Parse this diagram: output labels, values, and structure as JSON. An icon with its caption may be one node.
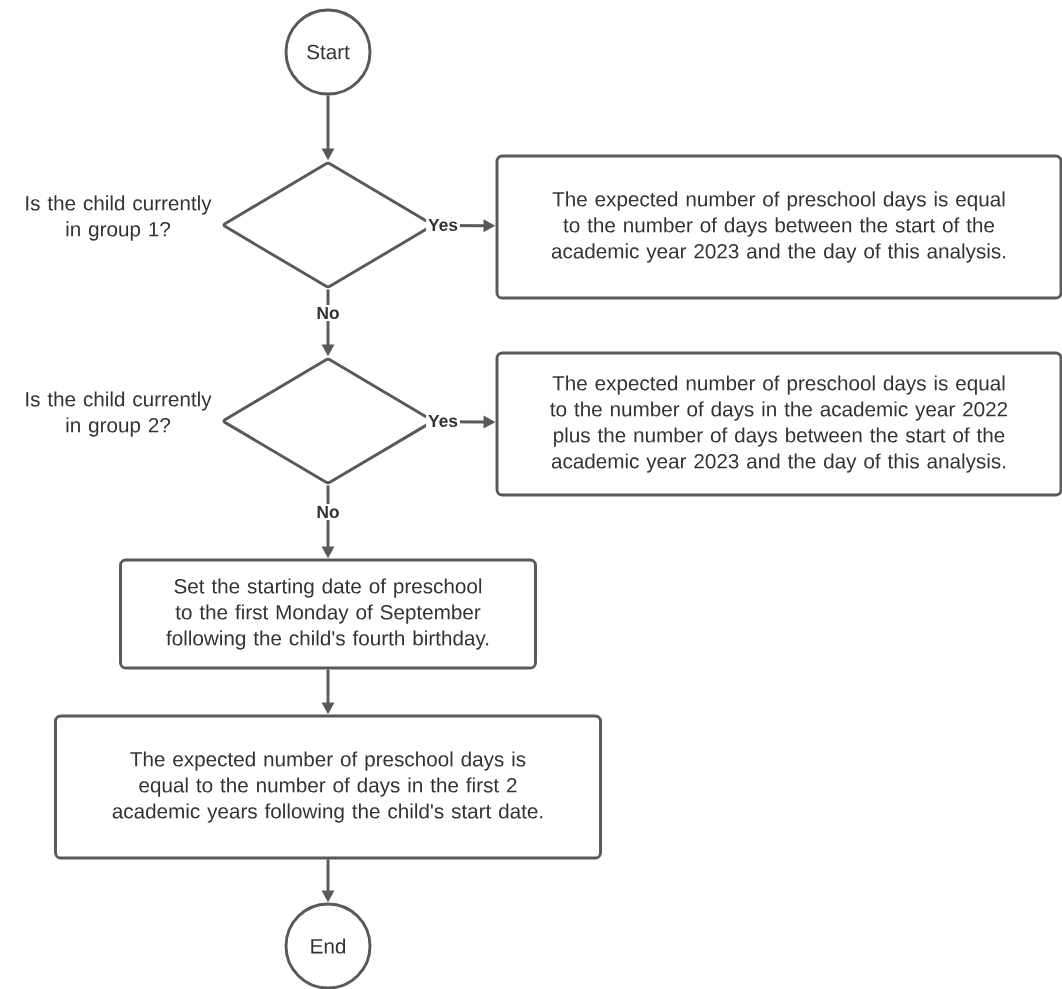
{
  "diagram": {
    "nodes": [
      {
        "text": [
          "Start"
        ]
      },
      {
        "text": [],
        "shape": "diamond",
        "beside": [
          "Is the child currently in group 1?"
        ]
      },
      {
        "text": [
          "The expected number of preschool days is equal to the number of days between the start of the academic year 2023 and the day of this analysis."
        ]
      },
      {
        "text": [],
        "shape": "diamond",
        "beside": [
          "Is the child currently in group 2?"
        ]
      },
      {
        "text": [
          "The expected number of preschool days is equal to the number of days in the academic year 2022 plus the number of days between the start of the academic year 2023 and the day of this analysis."
        ]
      },
      {
        "text": [
          "Set the starting date of preschool to the first Monday of September following the child's fourth birthday."
        ]
      },
      {
        "text": [
          "The expected number of preschool days is equal to the number of days in the first 2 academic years following the child's start date."
        ]
      },
      {
        "text": [
          "End"
        ]
      }
    ],
    "edges": [
      {
        "from": 0,
        "to": 1,
        "arrow": "to"
      },
      {
        "from": 1,
        "to": 2,
        "arrow": "to",
        "label": "Yes"
      },
      {
        "from": 1,
        "to": 3,
        "arrow": "to",
        "label": "No"
      },
      {
        "from": 3,
        "to": 4,
        "arrow": "to",
        "label": "Yes"
      },
      {
        "from": 3,
        "to": 5,
        "arrow": "to",
        "label": "No"
      },
      {
        "from": 5,
        "to": 6,
        "arrow": "to"
      },
      {
        "from": 6,
        "to": 7,
        "arrow": "to"
      }
    ]
  }
}
